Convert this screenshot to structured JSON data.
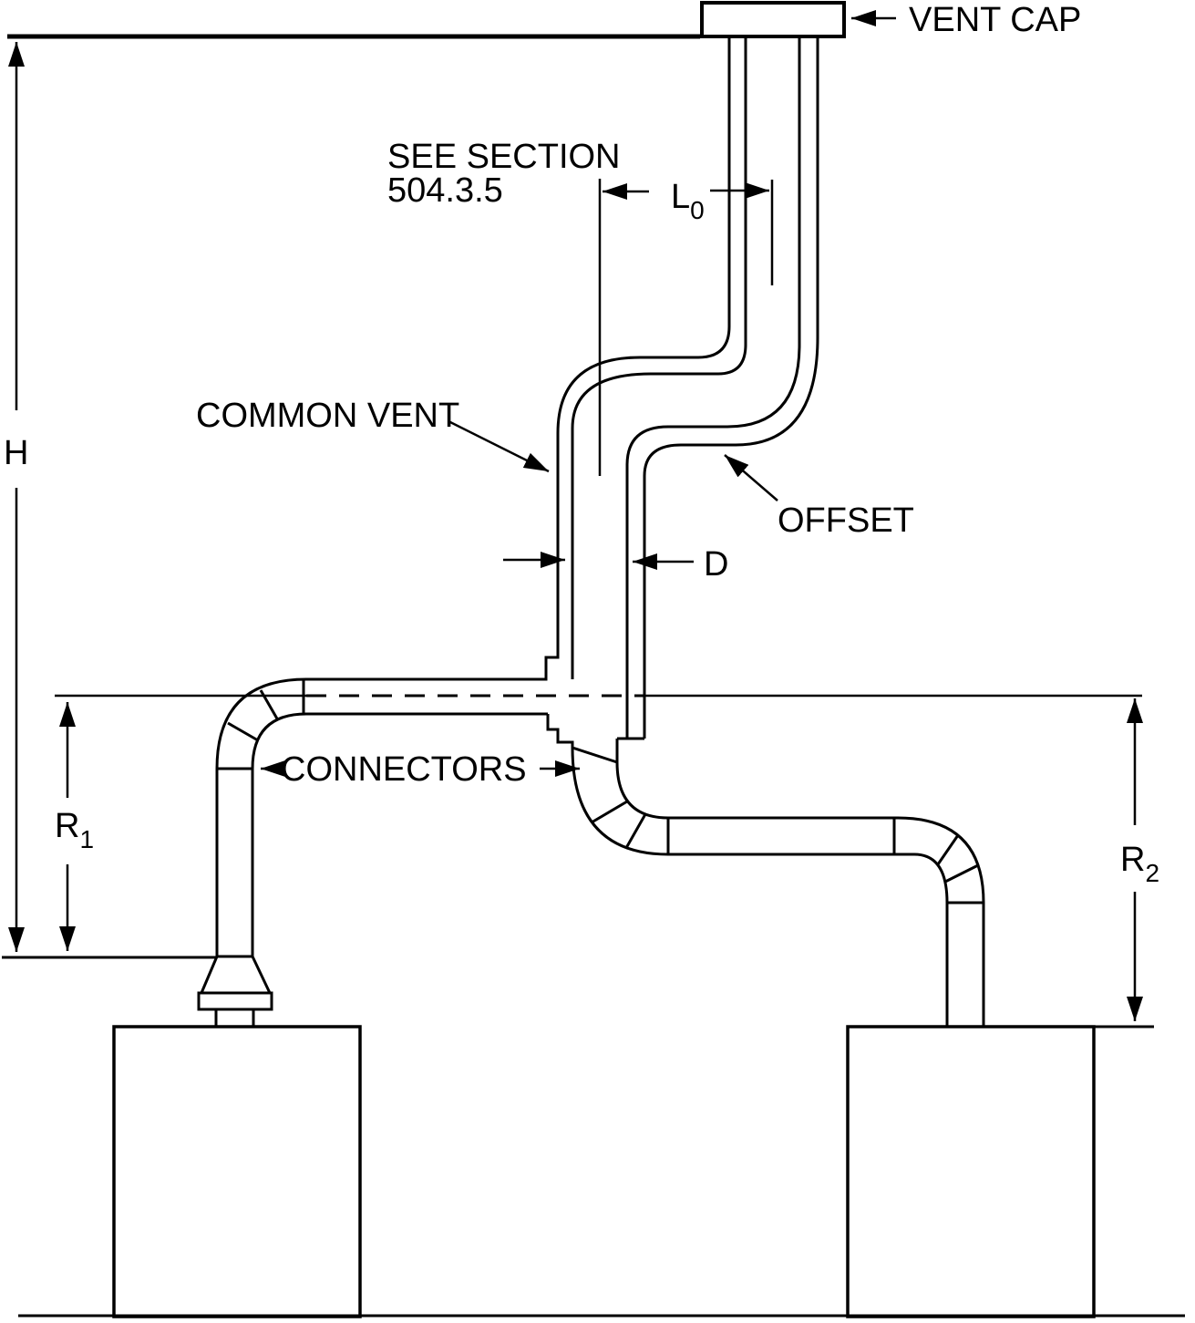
{
  "diagram": {
    "description": "Common venting system with offset: two appliances with connectors joining a common vent terminating in a vent cap",
    "colors": {
      "line": "#000000",
      "background": "#ffffff"
    }
  },
  "labels": {
    "vent_cap": "VENT CAP",
    "see_section_line1": "SEE SECTION",
    "see_section_line2": "504.3.5",
    "common_vent": "COMMON VENT",
    "offset": "OFFSET",
    "diameter": "D",
    "connectors": "CONNECTORS",
    "height": {
      "main": "H"
    },
    "rise_left": {
      "main": "R",
      "sub": "1"
    },
    "rise_right": {
      "main": "R",
      "sub": "2"
    },
    "offset_length": {
      "main": "L",
      "sub": "0"
    }
  }
}
